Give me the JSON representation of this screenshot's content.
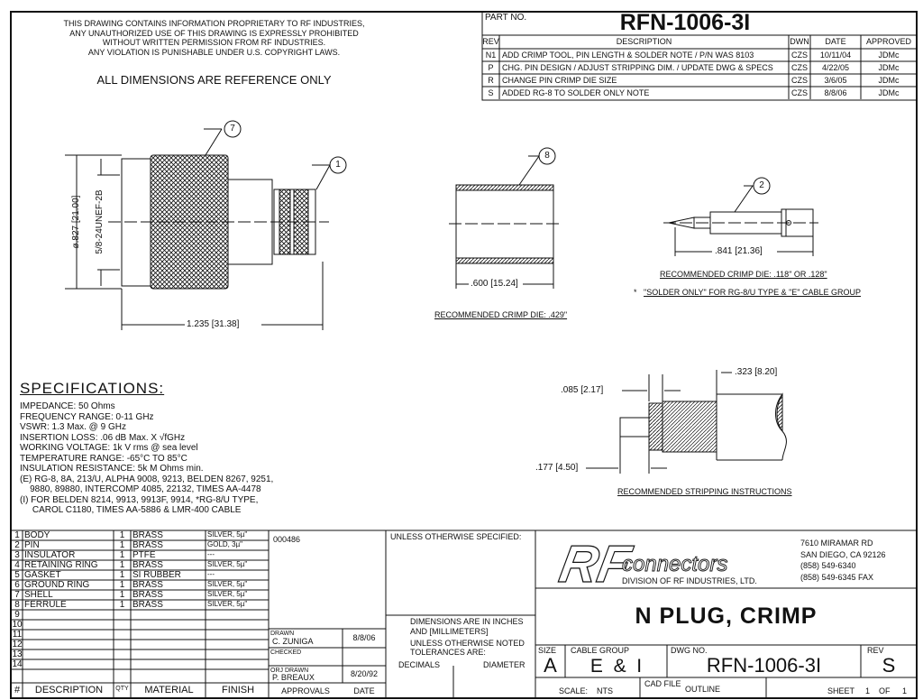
{
  "notice": [
    "THIS DRAWING CONTAINS INFORMATION PROPRIETARY TO RF INDUSTRIES,",
    "ANY UNAUTHORIZED USE OF THIS DRAWING IS EXPRESSLY PROHIBITED",
    "WITHOUT WRITTEN PERMISSION FROM RF INDUSTRIES.",
    "ANY VIOLATION IS PUNISHABLE UNDER U.S. COPYRIGHT LAWS."
  ],
  "reference_note": "ALL DIMENSIONS ARE REFERENCE ONLY",
  "revision_block": {
    "part_no_label": "PART NO.",
    "part_no": "RFN-1006-3I",
    "headers": [
      "REV",
      "DESCRIPTION",
      "DWN",
      "DATE",
      "APPROVED"
    ],
    "rows": [
      [
        "N1",
        "ADD CRIMP TOOL, PIN LENGTH & SOLDER NOTE / P/N WAS 8103",
        "CZS",
        "10/11/04",
        "JDMc"
      ],
      [
        "P",
        "CHG. PIN DESIGN / ADJUST STRIPPING DIM. / UPDATE DWG & SPECS",
        "CZS",
        "4/22/05",
        "JDMc"
      ],
      [
        "R",
        "CHANGE PIN CRIMP DIE SIZE",
        "CZS",
        "3/6/05",
        "JDMc"
      ],
      [
        "S",
        "ADDED RG-8 TO SOLDER ONLY NOTE",
        "CZS",
        "8/8/06",
        "JDMc"
      ]
    ]
  },
  "drawing": {
    "balloons": [
      "7",
      "1",
      "8",
      "2"
    ],
    "dim_diameter": "ø.827 [21.00]",
    "dim_thread": "5/8-24UNEF-2B",
    "dim_length": "1.235 [31.38]",
    "dim_ferrule": ".600 [15.24]",
    "ferrule_note": "RECOMMENDED CRIMP DIE: .429\"",
    "dim_pin": ".841 [21.36]",
    "pin_note": "RECOMMENDED CRIMP DIE: .118\" OR .128\"",
    "solder_note": "\"SOLDER ONLY\" FOR RG-8/U TYPE & \"E\" CABLE GROUP",
    "solder_star": "*",
    "dim_strip_1": ".323 [8.20]",
    "dim_strip_2": ".085 [2.17]",
    "dim_strip_3": ".177 [4.50]",
    "strip_note": "RECOMMENDED STRIPPING INSTRUCTIONS"
  },
  "specifications": {
    "title": "SPECIFICATIONS:",
    "lines": [
      "IMPEDANCE: 50 Ohms",
      "FREQUENCY RANGE: 0-11 GHz",
      "VSWR: 1.3 Max. @ 9 GHz",
      "INSERTION LOSS: .06 dB Max. X √fGHz",
      "WORKING VOLTAGE: 1k V rms @ sea level",
      "TEMPERATURE RANGE: -65°C TO 85°C",
      "INSULATION RESISTANCE: 5k M Ohms min.",
      "(E) RG-8, 8A, 213/U, ALPHA 9008, 9213, BELDEN 8267, 9251,",
      "    9880, 89880, INTERCOMP 4085, 22132, TIMES AA-4478",
      "(I) FOR BELDEN 8214, 9913, 9913F, 9914, *RG-8/U TYPE,",
      "     CAROL C1180, TIMES AA-5886 & LMR-400 CABLE"
    ]
  },
  "bom": {
    "headers": [
      "#",
      "DESCRIPTION",
      "QTY",
      "MATERIAL",
      "FINISH"
    ],
    "rows": [
      [
        "1",
        "BODY",
        "1",
        "BRASS",
        "SILVER, 5µ\""
      ],
      [
        "2",
        "PIN",
        "1",
        "BRASS",
        "GOLD, 3µ\""
      ],
      [
        "3",
        "INSULATOR",
        "1",
        "PTFE",
        "---"
      ],
      [
        "4",
        "RETAINING RING",
        "1",
        "BRASS",
        "SILVER, 5µ\""
      ],
      [
        "5",
        "GASKET",
        "1",
        "SI RUBBER",
        "---"
      ],
      [
        "6",
        "GROUND RING",
        "1",
        "BRASS",
        "SILVER, 5µ\""
      ],
      [
        "7",
        "SHELL",
        "1",
        "BRASS",
        "SILVER, 5µ\""
      ],
      [
        "8",
        "FERRULE",
        "1",
        "BRASS",
        "SILVER, 5µ\""
      ],
      [
        "9",
        "",
        "",
        "",
        ""
      ],
      [
        "10",
        "",
        "",
        "",
        ""
      ],
      [
        "11",
        "",
        "",
        "",
        ""
      ],
      [
        "12",
        "",
        "",
        "",
        ""
      ],
      [
        "13",
        "",
        "",
        "",
        ""
      ],
      [
        "14",
        "",
        "",
        "",
        ""
      ]
    ]
  },
  "approvals": {
    "code": "000486",
    "drawn_label": "DRAWN",
    "drawn_by": "C. ZUNIGA",
    "drawn_date": "8/8/06",
    "checked_label": "CHECKED",
    "orig_label": "ORJ DRAWN",
    "orig_by": "P. BREAUX",
    "orig_date": "8/20/92",
    "approvals_label": "APPROVALS",
    "date_label": "DATE"
  },
  "tolerances": {
    "unless": "UNLESS OTHERWISE SPECIFIED:",
    "dims1": "DIMENSIONS ARE IN INCHES",
    "dims2": "AND [MILLIMETERS]",
    "noted1": "UNLESS OTHERWISE NOTED",
    "noted2": "TOLERANCES ARE:",
    "decimals": "DECIMALS",
    "diameter": "DIAMETER"
  },
  "company": {
    "logo_rf": "RF",
    "logo_connectors": "connectors",
    "division": "DIVISION OF RF INDUSTRIES, LTD.",
    "address": [
      "7610 MIRAMAR RD",
      "SAN DIEGO, CA 92126",
      "(858) 549-6340",
      "(858) 549-6345 FAX"
    ]
  },
  "title_block": {
    "title": "N PLUG, CRIMP",
    "size_label": "SIZE",
    "size": "A",
    "cable_group_label": "CABLE GROUP",
    "cable_group": "E  &  I",
    "dwg_no_label": "DWG NO.",
    "dwg_no": "RFN-1006-3I",
    "rev_label": "REV",
    "rev": "S",
    "scale_label": "SCALE:",
    "scale": "NTS",
    "cad_label": "CAD FILE",
    "cad": "OUTLINE",
    "sheet_label": "SHEET",
    "sheet": "1",
    "of_label": "OF",
    "sheets": "1"
  }
}
